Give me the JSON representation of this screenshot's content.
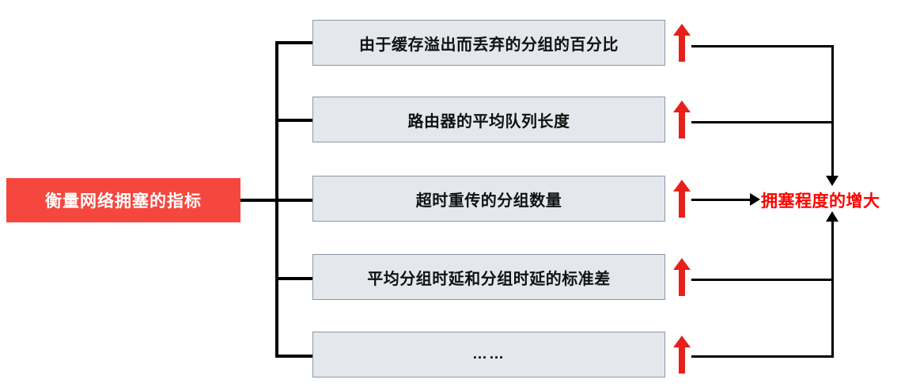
{
  "diagram": {
    "title": "衡量网络拥塞的指标",
    "source": {
      "label": "衡量网络拥塞的指标",
      "color": "#F5473E",
      "text_color": "#FFFFFF"
    },
    "metrics": [
      {
        "label": "由于缓存溢出而丢弃的分组的百分比",
        "trend": "increase",
        "trend_symbol": "↑",
        "trend_color": "#E8201A"
      },
      {
        "label": "路由器的平均队列长度",
        "trend": "increase",
        "trend_symbol": "↑",
        "trend_color": "#E8201A"
      },
      {
        "label": "超时重传的分组数量",
        "trend": "increase",
        "trend_symbol": "↑",
        "trend_color": "#E8201A"
      },
      {
        "label": "平均分组时延和分组时延的标准差",
        "trend": "increase",
        "trend_symbol": "↑",
        "trend_color": "#E8201A"
      },
      {
        "label": "……",
        "trend": "increase",
        "trend_symbol": "↑",
        "trend_color": "#E8201A"
      }
    ],
    "outcome": {
      "label": "拥塞程度的增大",
      "color": "#FF0000"
    },
    "box_style": {
      "fill": "#E4E7EC",
      "border": "#8C98A8"
    },
    "connector_color": "#000000"
  }
}
